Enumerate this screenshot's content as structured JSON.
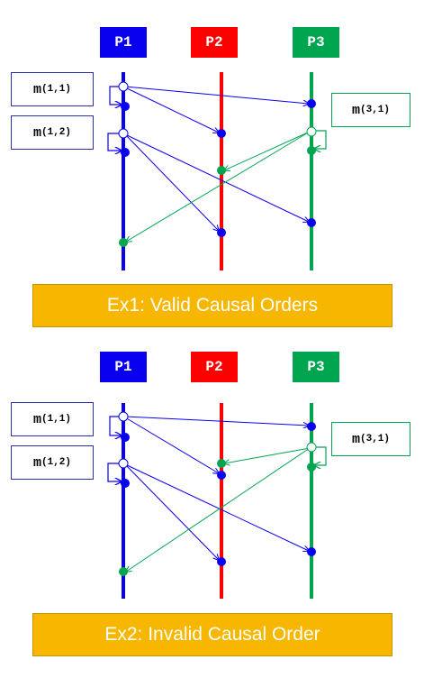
{
  "colors": {
    "p1": "#0a00f0",
    "p2": "#ff0000",
    "p3": "#00a550",
    "caption_bg": "#f7b700"
  },
  "processes": [
    "P1",
    "P2",
    "P3"
  ],
  "messages": {
    "m11_base": "m",
    "m11_sub": "(1,1)",
    "m12_base": "m",
    "m12_sub": "(1,2)",
    "m31_base": "m",
    "m31_sub": "(3,1)"
  },
  "captions": {
    "ex1": "Ex1: Valid Causal Orders",
    "ex2": "Ex2: Invalid Causal Order"
  }
}
